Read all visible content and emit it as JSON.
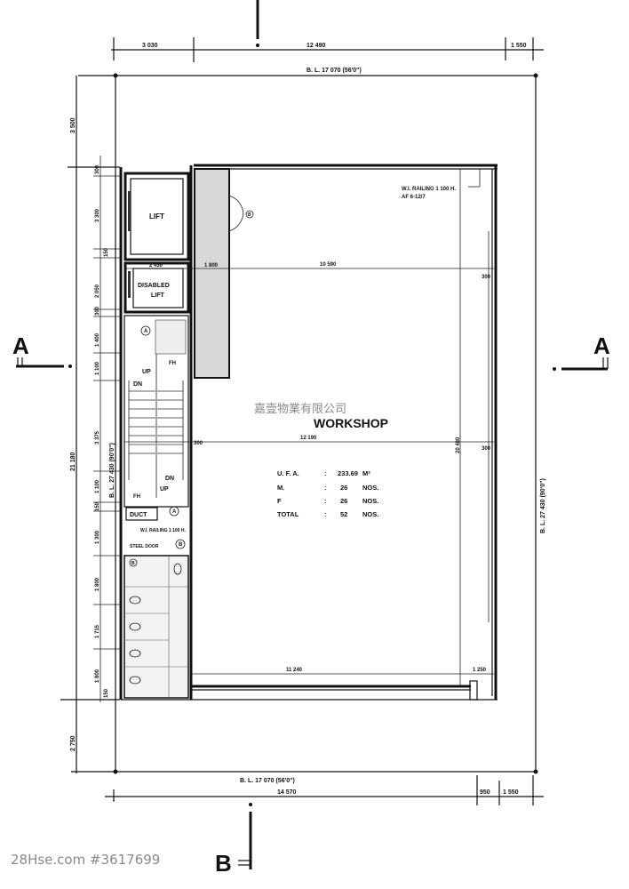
{
  "plan": {
    "top_dims": [
      "3 030",
      "12 490",
      "1 550"
    ],
    "boundary_top": "B.  L.  17 070  (56'0\")",
    "boundary_bottom": "B.  L.  17 070  (56'0\")",
    "boundary_right": "B.  L.  27 430  (90'0\")",
    "boundary_left": "B.  L.  27 430  (90'0\")",
    "bottom_dims": [
      "14 570",
      "950",
      "1 550"
    ],
    "left_outer_dims": [
      "3 500",
      "21 180",
      "2 750"
    ],
    "left_core_dims": [
      "300",
      "3 300",
      "150",
      "2 050",
      "300",
      "1 400",
      "1 100",
      "3 375",
      "1 100",
      "150",
      "1 300",
      "1 800",
      "1 715",
      "1 800",
      "150"
    ],
    "section_markers": {
      "left": "A",
      "right": "A",
      "bottom": "B"
    },
    "rooms": {
      "lift": "LIFT",
      "disabled_lift_line1": "DISABLED",
      "disabled_lift_line2": "LIFT",
      "duct": "DUCT",
      "workshop": "WORKSHOP"
    },
    "stair_labels": {
      "up1": "UP",
      "dn1": "DN",
      "up2": "UP",
      "dn2": "DN",
      "fh1": "FH",
      "fh2": "FH"
    },
    "door_tags": [
      "A",
      "A",
      "B",
      "B",
      "B"
    ],
    "notes": {
      "railing_top": "W.I. RAILING 1 100 H.",
      "railing_top_ref": "AF 6-12/7",
      "railing_core": "W.I. RAILING 1 100 H.",
      "steel_door": "STEEL DOOR"
    },
    "interior_dims": {
      "top_width": "10 590",
      "mid_width": "12 190",
      "bottom_width": "11 240",
      "bottom_right": "1 250",
      "height": "20 480",
      "wall_300_a": "300",
      "wall_300_b": "300",
      "wall_300_c": "300",
      "lift_width": "2 430",
      "lobby": "1 800"
    },
    "area_table": [
      {
        "label": "U. F. A.",
        "sep": ":",
        "value": "233.69",
        "unit": "M²"
      },
      {
        "label": "M.",
        "sep": ":",
        "value": "26",
        "unit": "NOS."
      },
      {
        "label": "F",
        "sep": ":",
        "value": "26",
        "unit": "NOS."
      },
      {
        "label": "TOTAL",
        "sep": ":",
        "value": "52",
        "unit": "NOS."
      }
    ]
  },
  "watermark": {
    "company": "嘉壹物業有限公司",
    "site": "28Hse.com #3617699"
  }
}
